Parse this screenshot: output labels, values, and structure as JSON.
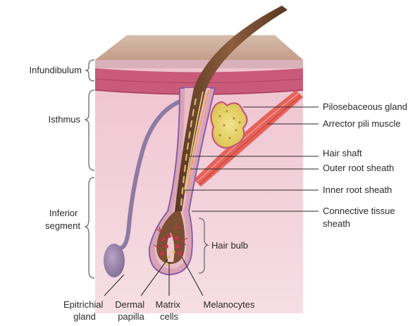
{
  "regions": {
    "infundibulum": "Infundibulum",
    "isthmus": "Isthmus",
    "inferior_segment": [
      "Inferior",
      "segment"
    ]
  },
  "labels": {
    "pilosebaceous_gland": "Pilosebaceous gland",
    "arrector_pili_muscle": "Arrector pili muscle",
    "hair_shaft": "Hair shaft",
    "outer_root_sheath": "Outer root sheath",
    "inner_root_sheath": "Inner root sheath",
    "connective_tissue_sheath": [
      "Connective tissue",
      "sheath"
    ],
    "hair_bulb": "Hair bulb",
    "epitrichial_gland": [
      "Epitrichial",
      "gland"
    ],
    "dermal_papilla": [
      "Dermal",
      "papilla"
    ],
    "matrix_cells": [
      "Matrix",
      "cells"
    ],
    "melanocytes": "Melanocytes"
  },
  "colors": {
    "epidermis_top": "#c9a996",
    "dermis": "#f3d5dc",
    "dermis_band": "#c45777",
    "hair": "#7a4f33",
    "gland": "#e8d56a",
    "muscle": "#e2584f",
    "sheath": "#8a5fa5"
  }
}
